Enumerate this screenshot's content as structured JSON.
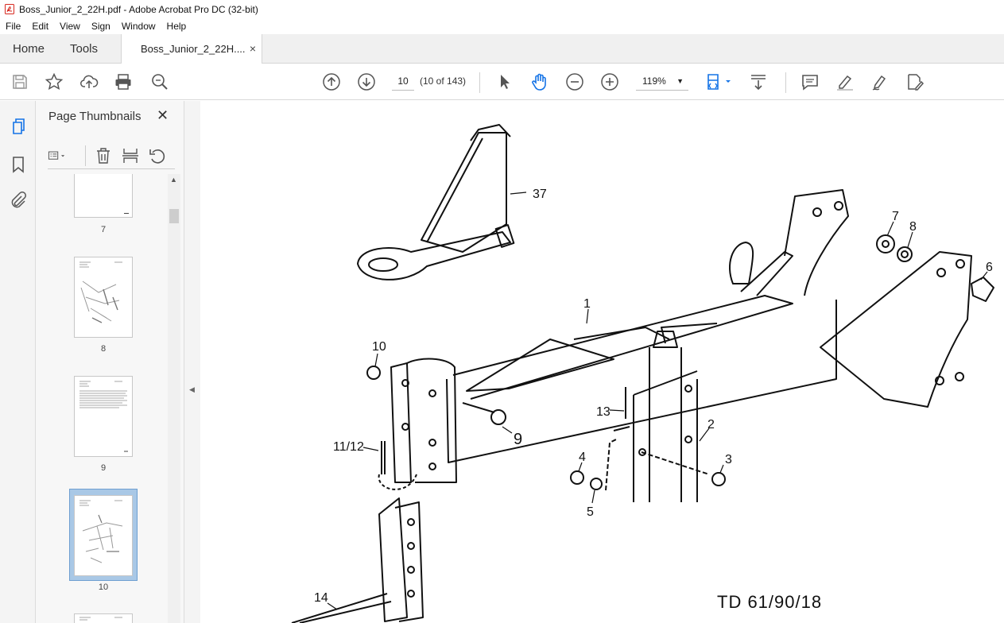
{
  "window": {
    "title": "Boss_Junior_2_22H.pdf - Adobe Acrobat Pro DC (32-bit)"
  },
  "menu": [
    "File",
    "Edit",
    "View",
    "Sign",
    "Window",
    "Help"
  ],
  "tabs": {
    "home": "Home",
    "tools": "Tools",
    "document": "Boss_Junior_2_22H....",
    "close": "×"
  },
  "toolbar": {
    "page_value": "10",
    "page_count": "(10 of 143)",
    "zoom": "119%"
  },
  "panel": {
    "title": "Page Thumbnails",
    "close": "✕",
    "thumbnails": [
      {
        "label": "7"
      },
      {
        "label": "8"
      },
      {
        "label": "9"
      },
      {
        "label": "10",
        "selected": true
      }
    ]
  },
  "drawing": {
    "part_labels": [
      "37",
      "1",
      "7",
      "8",
      "6",
      "10",
      "9",
      "13",
      "2",
      "3",
      "11/12",
      "4",
      "5",
      "14"
    ],
    "code": "TD 61/90/18"
  },
  "colors": {
    "accent": "#1473e6",
    "selection": "#a9c8e6",
    "app_red": "#d7281f"
  }
}
